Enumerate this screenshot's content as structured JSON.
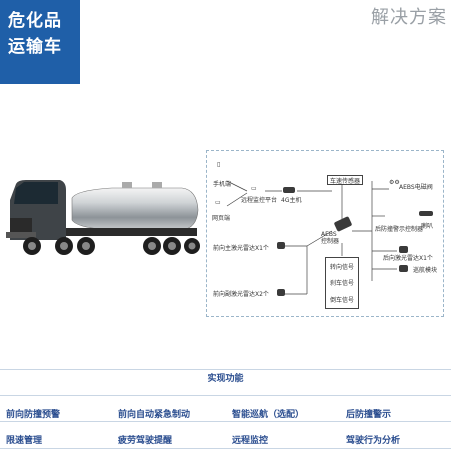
{
  "badge": {
    "line1": "危化品",
    "line2": "运输车"
  },
  "header": {
    "solution_label": "解决方案"
  },
  "diagram": {
    "phone": "手机端",
    "web": "网页端",
    "platform": "远程监控平台",
    "host_4g": "4G主机",
    "speed_sensor": "车速传感器",
    "aebs_valve": "AEBS电磁阀",
    "aebs_ctrl_line1": "AEBS",
    "aebs_ctrl_line2": "控制器",
    "rear_warn_ctrl": "后防撞警示控制器",
    "horn": "喇叭",
    "front_radar1": "前向主激光雷达X1个",
    "front_radar2": "前向副激光雷达X2个",
    "turn_signal": "转向信号",
    "brake_signal": "刹车信号",
    "reverse_signal": "倒车信号",
    "rear_radar": "后向激光雷达X1个",
    "patrol_module": "巡航模块"
  },
  "features": {
    "title": "实现功能",
    "row1": [
      "前向防撞预警",
      "前向自动紧急制动",
      "智能巡航（选配）",
      "后防撞警示"
    ],
    "row2": [
      "限速管理",
      "疲劳驾驶提醒",
      "远程监控",
      "驾驶行为分析"
    ]
  },
  "colors": {
    "badge_bg": "#1f5fa8",
    "feature_text": "#2a4d8f"
  }
}
